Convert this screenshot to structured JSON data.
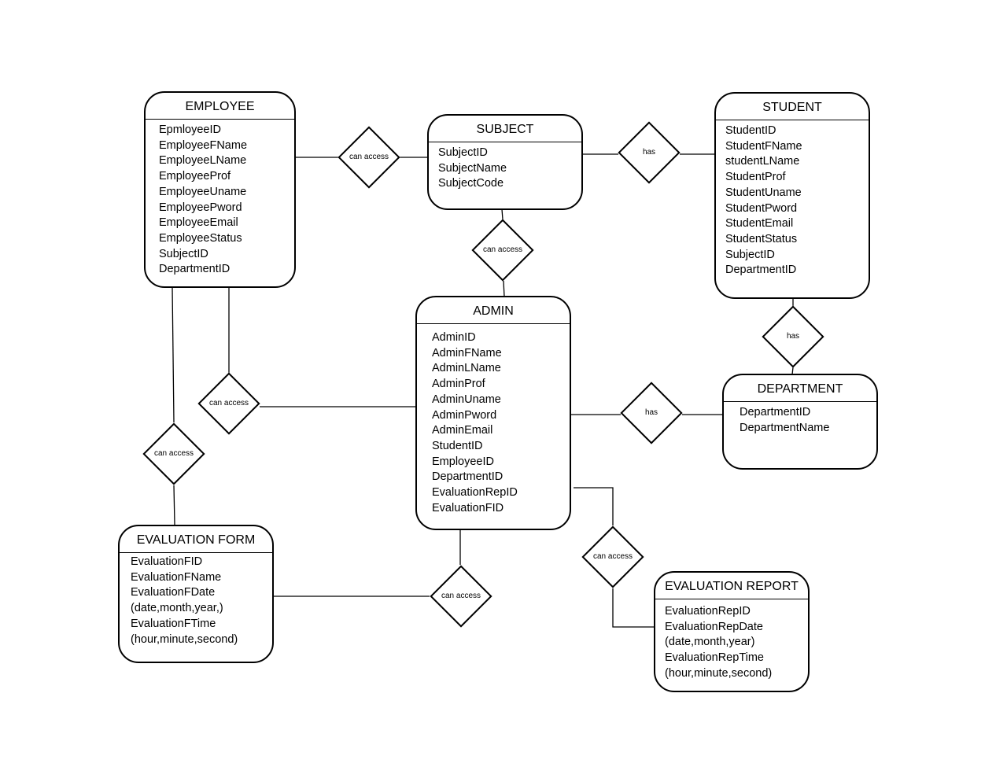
{
  "entities": {
    "employee": {
      "title": "EMPLOYEE",
      "attributes": [
        "EpmloyeeID",
        "EmployeeFName",
        "EmployeeLName",
        "EmployeeProf",
        "EmployeeUname",
        "EmployeePword",
        "EmployeeEmail",
        "EmployeeStatus",
        "SubjectID",
        "DepartmentID"
      ]
    },
    "subject": {
      "title": "SUBJECT",
      "attributes": [
        "SubjectID",
        "SubjectName",
        "SubjectCode"
      ]
    },
    "student": {
      "title": "STUDENT",
      "attributes": [
        "StudentID",
        "StudentFName",
        "studentLName",
        "StudentProf",
        "StudentUname",
        "StudentPword",
        "StudentEmail",
        "StudentStatus",
        "SubjectID",
        "DepartmentID"
      ]
    },
    "admin": {
      "title": "ADMIN",
      "attributes": [
        "AdminID",
        "AdminFName",
        "AdminLName",
        "AdminProf",
        "AdminUname",
        "AdminPword",
        "AdminEmail",
        "StudentID",
        "EmployeeID",
        "DepartmentID",
        "EvaluationRepID",
        "EvaluationFID"
      ]
    },
    "department": {
      "title": "DEPARTMENT",
      "attributes": [
        "DepartmentID",
        "DepartmentName"
      ]
    },
    "evaluation_form": {
      "title": "EVALUATION FORM",
      "attributes": [
        "EvaluationFID",
        "EvaluationFName",
        "EvaluationFDate",
        "(date,month,year,)",
        "EvaluationFTime",
        "(hour,minute,second)"
      ]
    },
    "evaluation_report": {
      "title": "EVALUATION REPORT",
      "attributes": [
        "EvaluationRepID",
        "EvaluationRepDate",
        "(date,month,year)",
        "EvaluationRepTime",
        "(hour,minute,second)"
      ]
    }
  },
  "relationships": {
    "employee_subject": "can access",
    "subject_student": "has",
    "subject_admin": "can access",
    "student_department": "has",
    "employee_admin": "can access",
    "admin_department": "has",
    "employee_evalform": "can access",
    "admin_evalreport": "can access",
    "evalform_admin": "can access"
  }
}
